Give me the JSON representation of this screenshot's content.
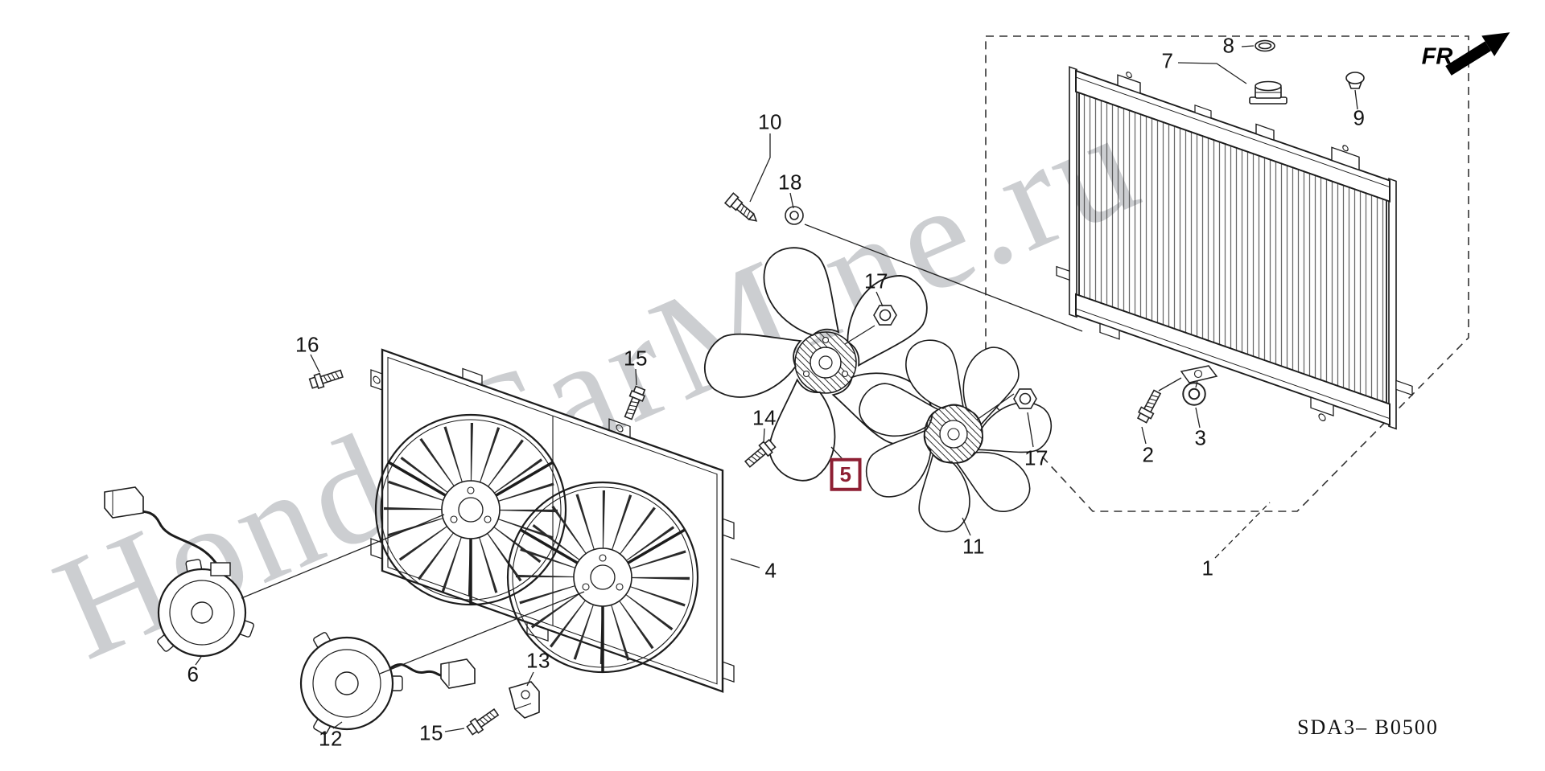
{
  "page": {
    "watermark": "HondaCarMine.ru",
    "fr_label": "FR.",
    "diagram_code": "SDA3– B0500",
    "highlight_color": "#8e1f33"
  },
  "callouts": [
    {
      "label": "16",
      "highlighted": false
    },
    {
      "label": "15",
      "highlighted": false
    },
    {
      "label": "14",
      "highlighted": false
    },
    {
      "label": "10",
      "highlighted": false
    },
    {
      "label": "18",
      "highlighted": false
    },
    {
      "label": "17",
      "highlighted": false
    },
    {
      "label": "5",
      "highlighted": true
    },
    {
      "label": "11",
      "highlighted": false
    },
    {
      "label": "17",
      "highlighted": false
    },
    {
      "label": "8",
      "highlighted": false
    },
    {
      "label": "7",
      "highlighted": false
    },
    {
      "label": "9",
      "highlighted": false
    },
    {
      "label": "2",
      "highlighted": false
    },
    {
      "label": "3",
      "highlighted": false
    },
    {
      "label": "1",
      "highlighted": false
    },
    {
      "label": "4",
      "highlighted": false
    },
    {
      "label": "6",
      "highlighted": false
    },
    {
      "label": "12",
      "highlighted": false
    },
    {
      "label": "13",
      "highlighted": false
    },
    {
      "label": "15",
      "highlighted": false
    }
  ]
}
